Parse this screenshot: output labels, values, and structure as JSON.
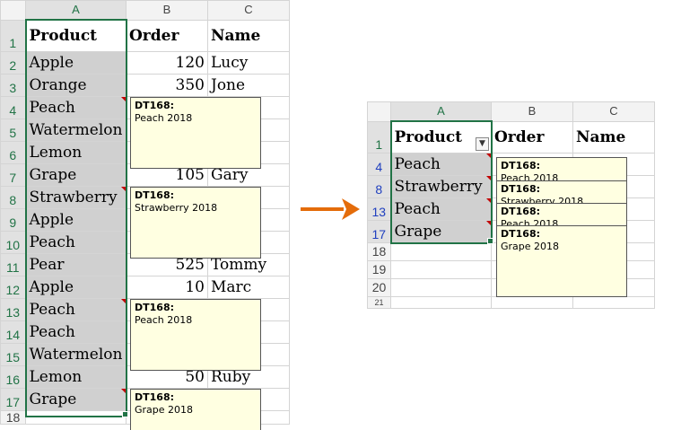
{
  "left_sheet": {
    "columns": [
      "A",
      "B",
      "C"
    ],
    "header_row": {
      "row": "1",
      "cells": [
        "Product",
        "Order",
        "Name"
      ]
    },
    "rows": [
      {
        "row": "2",
        "product": "Apple",
        "order": "120",
        "name": "Lucy"
      },
      {
        "row": "3",
        "product": "Orange",
        "order": "350",
        "name": "Jone"
      },
      {
        "row": "4",
        "product": "Peach",
        "order": "",
        "name": ""
      },
      {
        "row": "5",
        "product": "Watermelon",
        "order": "",
        "name": ""
      },
      {
        "row": "6",
        "product": "Lemon",
        "order": "",
        "name": ""
      },
      {
        "row": "7",
        "product": "Grape",
        "order": "105",
        "name": "Gary"
      },
      {
        "row": "8",
        "product": "Strawberry",
        "order": "",
        "name": ""
      },
      {
        "row": "9",
        "product": "Apple",
        "order": "",
        "name": ""
      },
      {
        "row": "10",
        "product": "Peach",
        "order": "",
        "name": ""
      },
      {
        "row": "11",
        "product": "Pear",
        "order": "525",
        "name": "Tommy"
      },
      {
        "row": "12",
        "product": "Apple",
        "order": "10",
        "name": "Marc"
      },
      {
        "row": "13",
        "product": "Peach",
        "order": "",
        "name": ""
      },
      {
        "row": "14",
        "product": "Peach",
        "order": "",
        "name": ""
      },
      {
        "row": "15",
        "product": "Watermelon",
        "order": "",
        "name": ""
      },
      {
        "row": "16",
        "product": "Lemon",
        "order": "50",
        "name": "Ruby"
      },
      {
        "row": "17",
        "product": "Grape",
        "order": "",
        "name": ""
      },
      {
        "row": "18",
        "product": "",
        "order": "",
        "name": ""
      }
    ],
    "comments": [
      {
        "author": "DT168:",
        "text": "Peach 2018"
      },
      {
        "author": "DT168:",
        "text": "Strawberry 2018"
      },
      {
        "author": "DT168:",
        "text": "Peach 2018"
      },
      {
        "author": "DT168:",
        "text": "Grape 2018"
      }
    ]
  },
  "right_sheet": {
    "columns": [
      "A",
      "B",
      "C"
    ],
    "header_row": {
      "row": "1",
      "cells": [
        "Product",
        "Order",
        "Name"
      ]
    },
    "rows": [
      {
        "row": "4",
        "product": "Peach"
      },
      {
        "row": "8",
        "product": "Strawberry"
      },
      {
        "row": "13",
        "product": "Peach"
      },
      {
        "row": "17",
        "product": "Grape"
      },
      {
        "row": "18",
        "product": ""
      },
      {
        "row": "19",
        "product": ""
      },
      {
        "row": "20",
        "product": ""
      },
      {
        "row": "21",
        "product": ""
      }
    ],
    "comments": [
      {
        "author": "DT168:",
        "text": "Peach 2018"
      },
      {
        "author": "DT168:",
        "text": "Strawberry 2018"
      },
      {
        "author": "DT168:",
        "text": "Peach 2018"
      },
      {
        "author": "DT168:",
        "text": "Grape 2018"
      }
    ],
    "filter_icon": "filter-funnel-icon"
  },
  "arrow": {
    "icon": "arrow-right-icon",
    "color": "#e46c0a"
  },
  "colors": {
    "selection": "#217346",
    "comment_bg": "#ffffe1",
    "filtered_row_number": "#1f3fbf"
  }
}
